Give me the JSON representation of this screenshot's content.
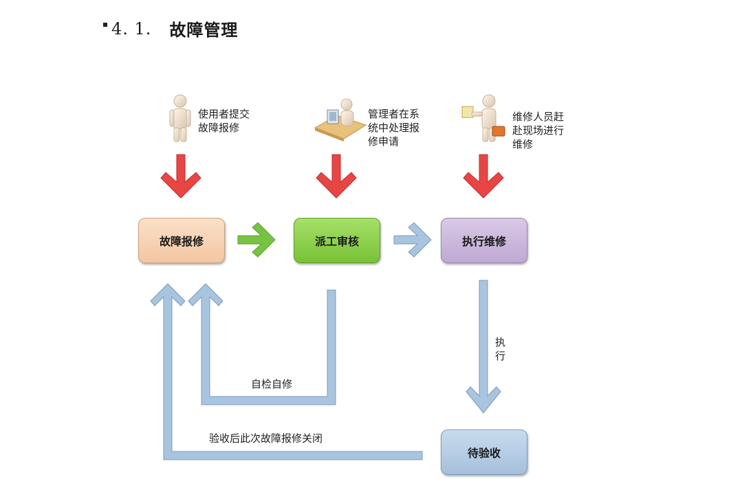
{
  "heading": {
    "number": "4. 1.",
    "title": "故障管理"
  },
  "actors": [
    {
      "lines": [
        "使用者提交",
        "故障报修"
      ]
    },
    {
      "lines": [
        "管理者在系",
        "统中处理报",
        "修申请"
      ]
    },
    {
      "lines": [
        "维修人员赶",
        "赴现场进行",
        "维修"
      ]
    }
  ],
  "boxes": {
    "report": "故障报修",
    "dispatch": "派工审核",
    "repair": "执行维修",
    "accept": "待验收"
  },
  "labels": {
    "self_repair": "自检自修",
    "execute": [
      "执",
      "行"
    ],
    "close": "验收后此次故障报修关闭"
  },
  "colors": {
    "report_box": "#f7d2b4",
    "dispatch_box": "#8fd24a",
    "repair_box": "#cbb8dc",
    "accept_box": "#b6cde4",
    "down_arrow_red": "#e84545",
    "right_arrow_green": "#76c442",
    "flow_arrow_blue": "#a9c4df"
  }
}
